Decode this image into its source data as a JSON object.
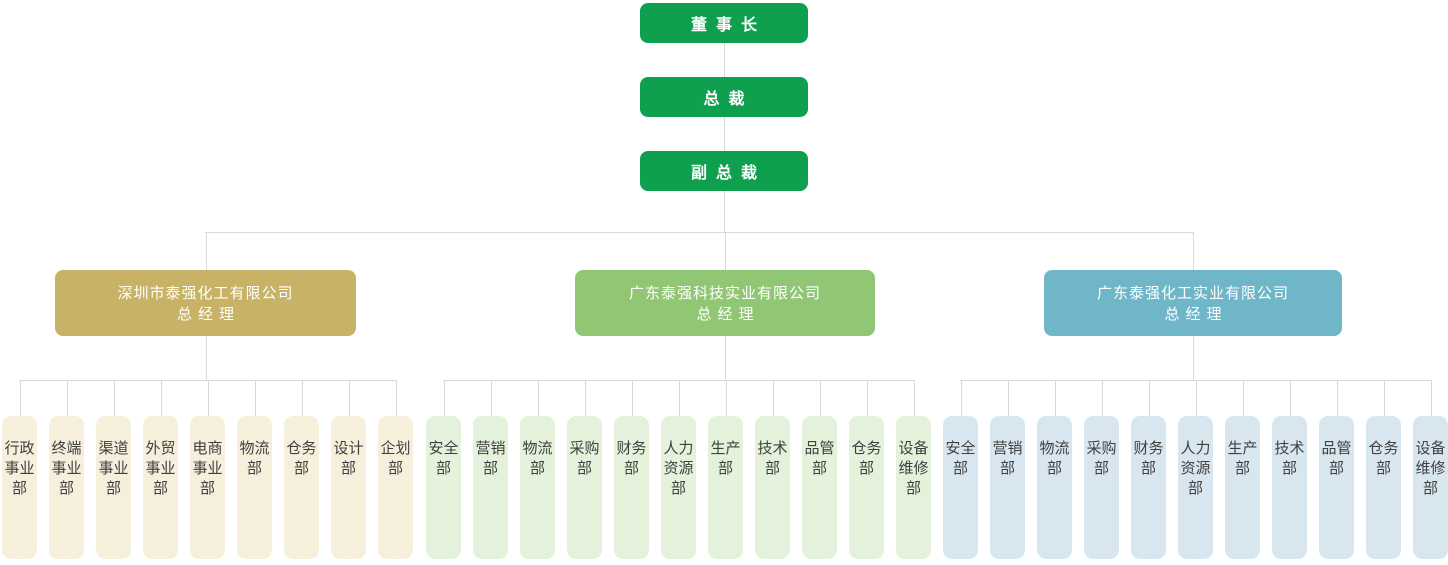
{
  "executives": [
    {
      "label": "董事长"
    },
    {
      "label": "总裁"
    },
    {
      "label": "副总裁"
    }
  ],
  "branches": [
    {
      "name": "深圳市泰强化工有限公司",
      "role": "总经理",
      "color": "#C8B266",
      "leaf_color": "#F5EFDC",
      "children": [
        "行政事业部",
        "终端事业部",
        "渠道事业部",
        "外贸事业部",
        "电商事业部",
        "物流部",
        "仓务部",
        "设计部",
        "企划部"
      ]
    },
    {
      "name": "广东泰强科技实业有限公司",
      "role": "总经理",
      "color": "#90C674",
      "leaf_color": "#E4F1DB",
      "children": [
        "安全部",
        "营销部",
        "物流部",
        "采购部",
        "财务部",
        "人力资源部",
        "生产部",
        "技术部",
        "品管部",
        "仓务部",
        "设备维修部"
      ]
    },
    {
      "name": "广东泰强化工实业有限公司",
      "role": "总经理",
      "color": "#6FB6C9",
      "leaf_color": "#D8E7EF",
      "children": [
        "安全部",
        "营销部",
        "物流部",
        "采购部",
        "财务部",
        "人力资源部",
        "生产部",
        "技术部",
        "品管部",
        "仓务部",
        "设备维修部"
      ]
    }
  ],
  "colors": {
    "executive_green": "#0EA04F",
    "connector_gray": "#D9D9D9",
    "text_on_dark": "#FFFFFF",
    "leaf_text": "#404040"
  }
}
